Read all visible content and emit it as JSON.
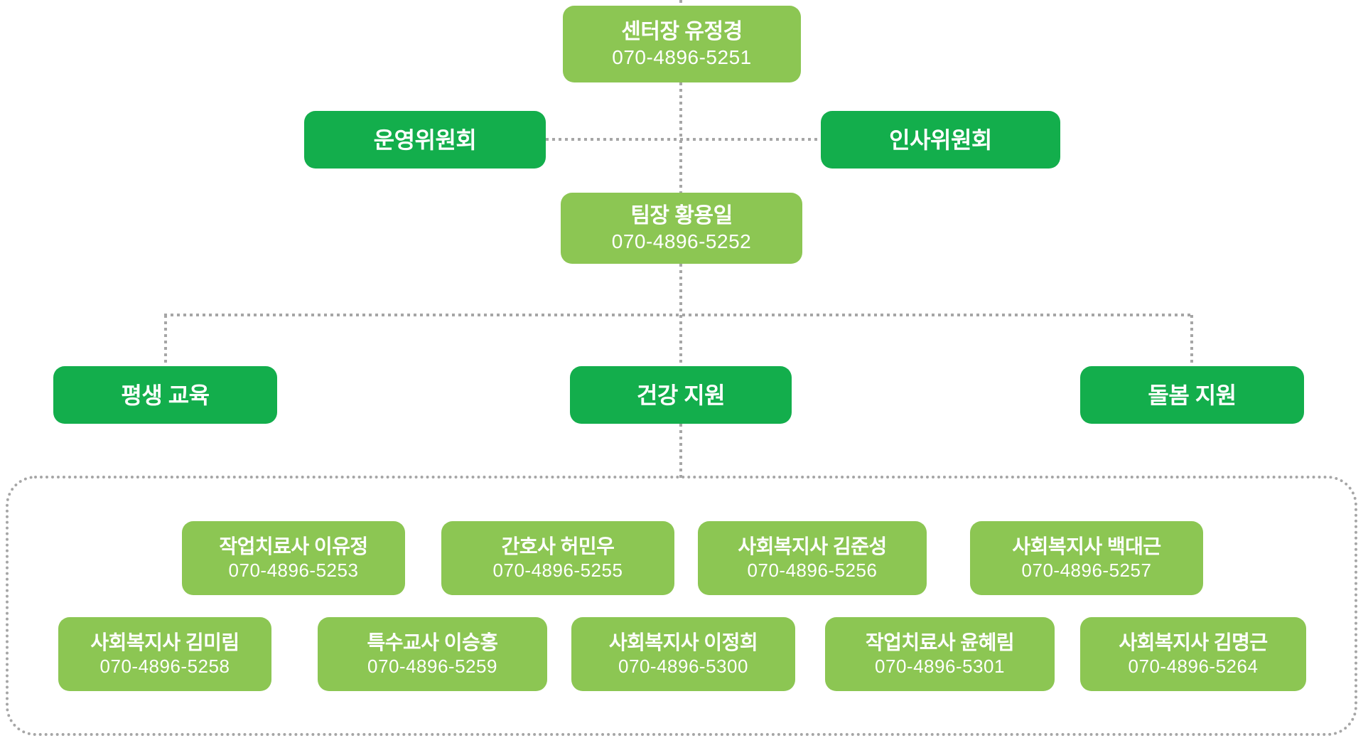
{
  "colors": {
    "light_green": "#8CC653",
    "dark_green": "#13AE4C",
    "connector_gray": "#A6A6A6",
    "text_white": "#FFFFFF"
  },
  "org": {
    "director": {
      "title_name": "센터장 유정경",
      "phone": "070-4896-5251"
    },
    "committees": [
      {
        "label": "운영위원회"
      },
      {
        "label": "인사위원회"
      }
    ],
    "team_leader": {
      "title_name": "팀장 황용일",
      "phone": "070-4896-5252"
    },
    "departments": [
      {
        "label": "평생 교육"
      },
      {
        "label": "건강 지원"
      },
      {
        "label": "돌봄 지원"
      }
    ],
    "staff_row1": [
      {
        "title_name": "작업치료사 이유정",
        "phone": "070-4896-5253"
      },
      {
        "title_name": "간호사 허민우",
        "phone": "070-4896-5255"
      },
      {
        "title_name": "사회복지사 김준성",
        "phone": "070-4896-5256"
      },
      {
        "title_name": "사회복지사 백대근",
        "phone": "070-4896-5257"
      }
    ],
    "staff_row2": [
      {
        "title_name": "사회복지사 김미림",
        "phone": "070-4896-5258"
      },
      {
        "title_name": "특수교사 이승홍",
        "phone": "070-4896-5259"
      },
      {
        "title_name": "사회복지사 이정희",
        "phone": "070-4896-5300"
      },
      {
        "title_name": "작업치료사 윤혜림",
        "phone": "070-4896-5301"
      },
      {
        "title_name": "사회복지사 김명근",
        "phone": "070-4896-5264"
      }
    ]
  }
}
